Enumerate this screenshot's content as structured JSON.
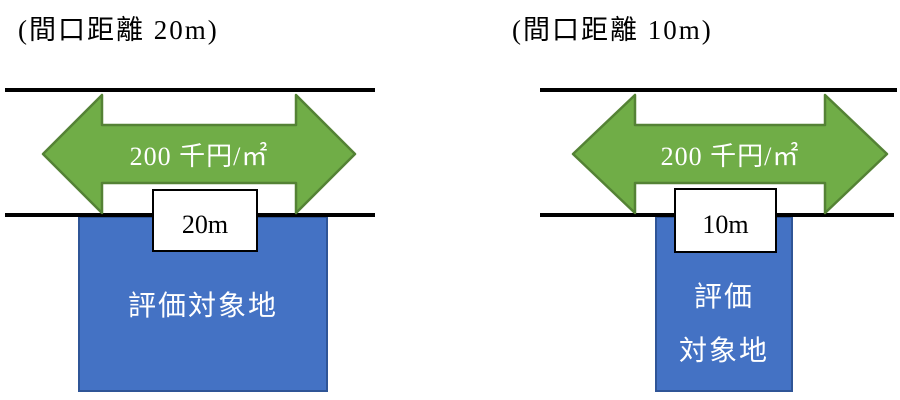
{
  "colors": {
    "background": "#FFFFFF",
    "title_text": "#000000",
    "road_line": "#000000",
    "arrow_fill": "#70AD47",
    "arrow_border": "#548235",
    "price_text": "#FFFFFF",
    "frontage_box_fill": "#FFFFFF",
    "frontage_box_border": "#000000",
    "frontage_text": "#000000",
    "land_fill": "#4472C4",
    "land_border": "#2F5597",
    "land_text": "#FFFFFF"
  },
  "diagrams": [
    {
      "title": "(間口距離 20m)",
      "price_label": "200 千円/㎡",
      "frontage_label": "20m",
      "land_label": "評価対象地"
    },
    {
      "title": "(間口距離 10m)",
      "price_label": "200 千円/㎡",
      "frontage_label": "10m",
      "land_label_line1": "評価",
      "land_label_line2": "対象地"
    }
  ]
}
